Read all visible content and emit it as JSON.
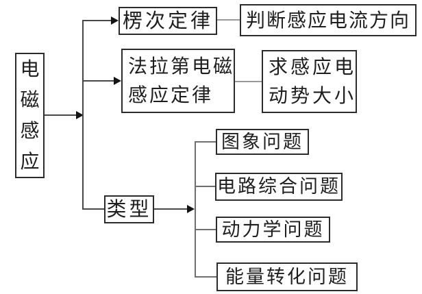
{
  "diagram": {
    "type": "flowchart",
    "background": "#ffffff",
    "line_color": "#474747",
    "light_line_color": "#9a9a9a",
    "border_color": "#2b2b2b",
    "text_color": "#1e1e1e",
    "root": {
      "label": "电磁感应",
      "chars": [
        "电",
        "磁",
        "感",
        "应"
      ]
    },
    "nodes": {
      "lenz": {
        "label": "楞次定律"
      },
      "judge": {
        "label": "判断感应电流方向"
      },
      "faraday": {
        "label": "法拉第电磁感应定律",
        "line1": "法拉第电磁",
        "line2": "感应定律"
      },
      "emf": {
        "label": "求感应电动势大小",
        "line1": "求感应电",
        "line2": "动势大小"
      },
      "types": {
        "label": "类型"
      },
      "type_graph": {
        "label": "图象问题"
      },
      "type_circuit": {
        "label": "电路综合问题"
      },
      "type_dynamics": {
        "label": "动力学问题"
      },
      "type_energy": {
        "label": "能量转化问题"
      }
    },
    "edges": [
      {
        "from": "电磁感应",
        "to": "楞次定律",
        "arrow": true
      },
      {
        "from": "电磁感应",
        "to": "法拉第电磁感应定律",
        "arrow": true
      },
      {
        "from": "电磁感应",
        "to": "类型",
        "arrow": false
      },
      {
        "from": "楞次定律",
        "to": "判断感应电流方向",
        "arrow": false
      },
      {
        "from": "法拉第电磁感应定律",
        "to": "求感应电动势大小",
        "arrow": false
      },
      {
        "from": "类型",
        "to": "图象问题",
        "arrow": true
      },
      {
        "from": "类型",
        "to": "电路综合问题",
        "arrow": true
      },
      {
        "from": "类型",
        "to": "动力学问题",
        "arrow": true
      },
      {
        "from": "类型",
        "to": "能量转化问题",
        "arrow": true
      }
    ]
  }
}
